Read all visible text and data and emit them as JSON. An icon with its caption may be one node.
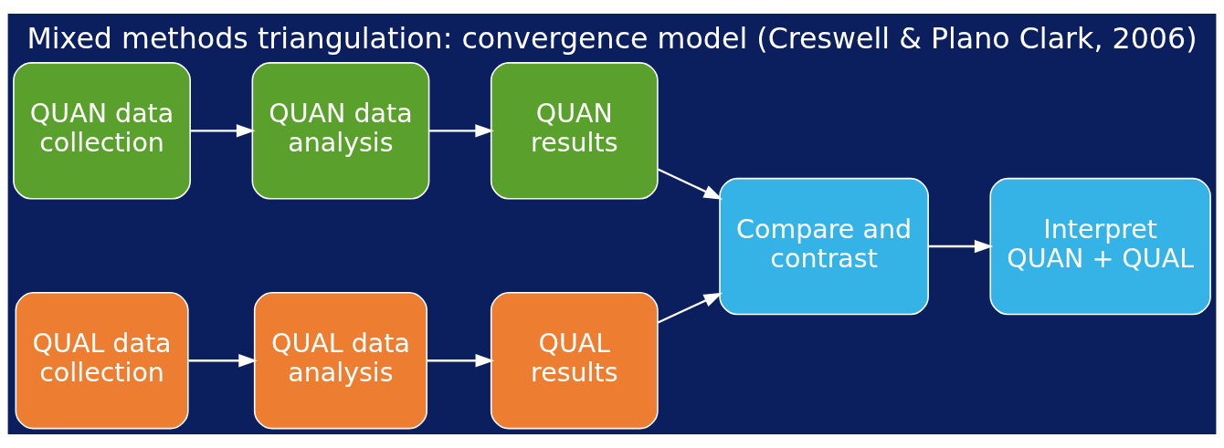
{
  "diagram": {
    "title": "Mixed methods triangulation: convergence model (Creswell & Plano Clark, 2006)",
    "nodes": [
      {
        "text": [
          "QUAN data collection"
        ]
      },
      {
        "text": [
          "QUAN data analysis"
        ]
      },
      {
        "text": [
          "QUAN results"
        ]
      },
      {
        "text": [
          "QUAL data collection"
        ]
      },
      {
        "text": [
          "QUAL data analysis"
        ]
      },
      {
        "text": [
          "QUAL results"
        ]
      },
      {
        "text": [
          "Compare and contrast"
        ]
      },
      {
        "text": [
          "Interpret QUAN + QUAL"
        ]
      }
    ],
    "edges": [
      {
        "from": 0,
        "to": 1,
        "arrow": "to"
      },
      {
        "from": 1,
        "to": 2,
        "arrow": "to"
      },
      {
        "from": 3,
        "to": 4,
        "arrow": "to"
      },
      {
        "from": 4,
        "to": 5,
        "arrow": "to"
      },
      {
        "from": 2,
        "to": 6,
        "arrow": "to"
      },
      {
        "from": 5,
        "to": 6,
        "arrow": "to"
      },
      {
        "from": 6,
        "to": 7,
        "arrow": "to"
      }
    ]
  }
}
